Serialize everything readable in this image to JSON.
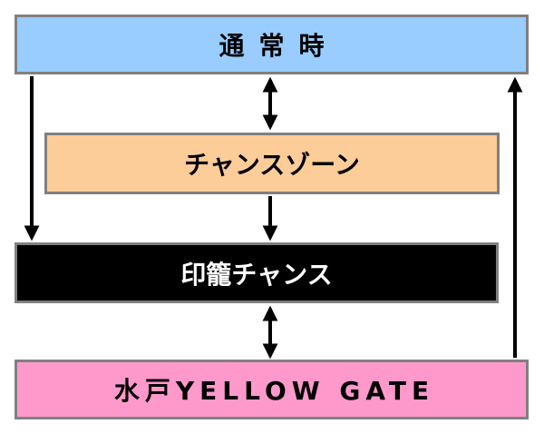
{
  "diagram": {
    "nodes": [
      {
        "id": "normal",
        "label": "通常時",
        "fill": "#99ccff",
        "text_color": "#000000"
      },
      {
        "id": "zone",
        "label": "チャンスゾーン",
        "fill": "#fccc99",
        "text_color": "#000000"
      },
      {
        "id": "inro",
        "label": "印籠チャンス",
        "fill": "#000000",
        "text_color": "#ffffff"
      },
      {
        "id": "mito",
        "label": "水戸YELLOW GATE",
        "fill": "#ff99cc",
        "text_color": "#000000"
      }
    ],
    "edges": [
      {
        "from": "normal",
        "to": "zone",
        "direction": "both"
      },
      {
        "from": "zone",
        "to": "inro",
        "direction": "forward"
      },
      {
        "from": "normal",
        "to": "inro",
        "direction": "forward"
      },
      {
        "from": "inro",
        "to": "mito",
        "direction": "both"
      },
      {
        "from": "mito",
        "to": "normal",
        "direction": "forward"
      }
    ],
    "border_color": "#808080",
    "arrow_color": "#000000"
  }
}
